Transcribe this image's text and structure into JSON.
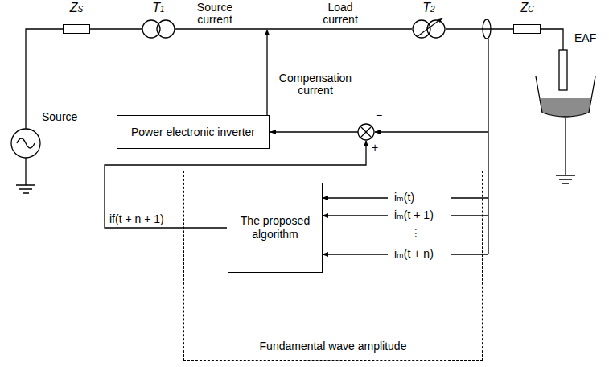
{
  "diagram": {
    "nodes": [
      {
        "text": [
          "ZS"
        ]
      },
      {
        "text": [
          "T1"
        ]
      },
      {
        "text": [
          "T2"
        ]
      },
      {
        "text": [
          "ZC"
        ]
      },
      {
        "text": [
          "Power electronic inverter"
        ]
      },
      {
        "text": [
          "Fundamental wave amplitude"
        ]
      },
      {
        "text": [
          "The proposed algorithm"
        ],
        "in": 5
      }
    ],
    "edges": [
      {
        "from": 0,
        "to": 1,
        "arrow": "none"
      },
      {
        "from": 1,
        "to": 2,
        "arrow": "none"
      },
      {
        "from": 2,
        "to": 3,
        "arrow": "none"
      }
    ],
    "labels": [
      "Source",
      "Source current",
      "Load current",
      "Compensation current",
      "EAF",
      "−",
      "+",
      "iₘ(t)",
      "iₘ(t + 1)",
      "⋮",
      "iₘ(t + n)",
      "if(t + n + 1)"
    ]
  }
}
